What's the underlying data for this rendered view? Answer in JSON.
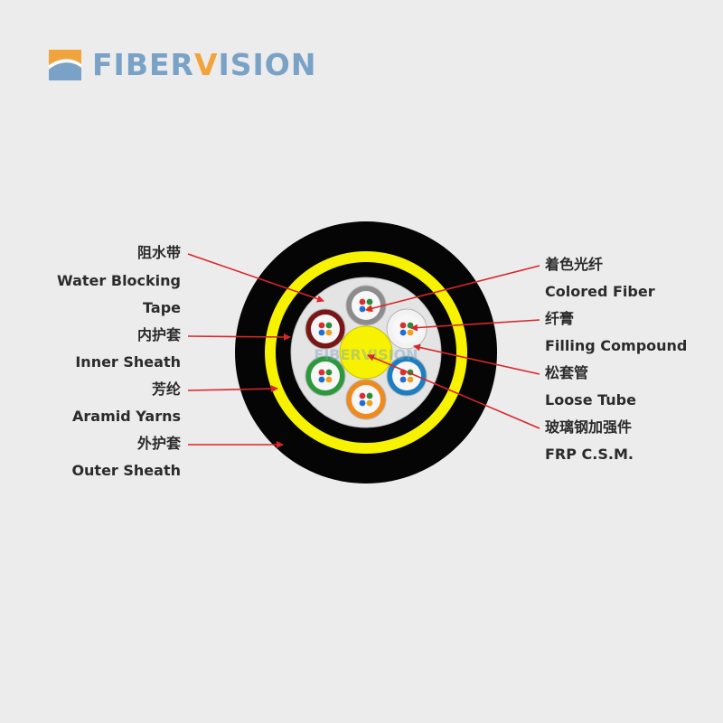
{
  "brand": {
    "name_pre": "FIBER",
    "name_accent": "V",
    "name_post": "ISION"
  },
  "watermark": "FIBERVISION",
  "labels_left": [
    {
      "id": "water-blocking-cn",
      "text": "阻水带"
    },
    {
      "id": "water-blocking-en-1",
      "text": "Water Blocking"
    },
    {
      "id": "water-blocking-en-2",
      "text": "Tape"
    },
    {
      "id": "inner-sheath-cn",
      "text": "内护套"
    },
    {
      "id": "inner-sheath-en",
      "text": "Inner Sheath"
    },
    {
      "id": "aramid-cn",
      "text": "芳纶"
    },
    {
      "id": "aramid-en",
      "text": "Aramid Yarns"
    },
    {
      "id": "outer-sheath-cn",
      "text": "外护套"
    },
    {
      "id": "outer-sheath-en",
      "text": "Outer Sheath"
    }
  ],
  "labels_right": [
    {
      "id": "colored-fiber-cn",
      "text": "着色光纤"
    },
    {
      "id": "colored-fiber-en",
      "text": "Colored Fiber"
    },
    {
      "id": "filling-cn",
      "text": "纤膏"
    },
    {
      "id": "filling-en",
      "text": "Filling Compound"
    },
    {
      "id": "loose-tube-cn",
      "text": "松套管"
    },
    {
      "id": "loose-tube-en",
      "text": "Loose Tube"
    },
    {
      "id": "frp-cn",
      "text": "玻璃钢加强件"
    },
    {
      "id": "frp-en",
      "text": "FRP C.S.M."
    }
  ],
  "colors": {
    "outer_sheath": "#050505",
    "aramid": "#f6f200",
    "inner_sheath": "#050505",
    "core_bg": "#e4e4e4",
    "frp": "#f6f200",
    "arrow": "#d8262a",
    "tube_colors": [
      "#8c8c8c",
      "#f2f2f2",
      "#1e7fc0",
      "#f08a1c",
      "#2c9a3c",
      "#7a1616"
    ],
    "fiber_colors": [
      "#d63030",
      "#2c8a3c",
      "#1e6fd0",
      "#f0a020"
    ]
  }
}
